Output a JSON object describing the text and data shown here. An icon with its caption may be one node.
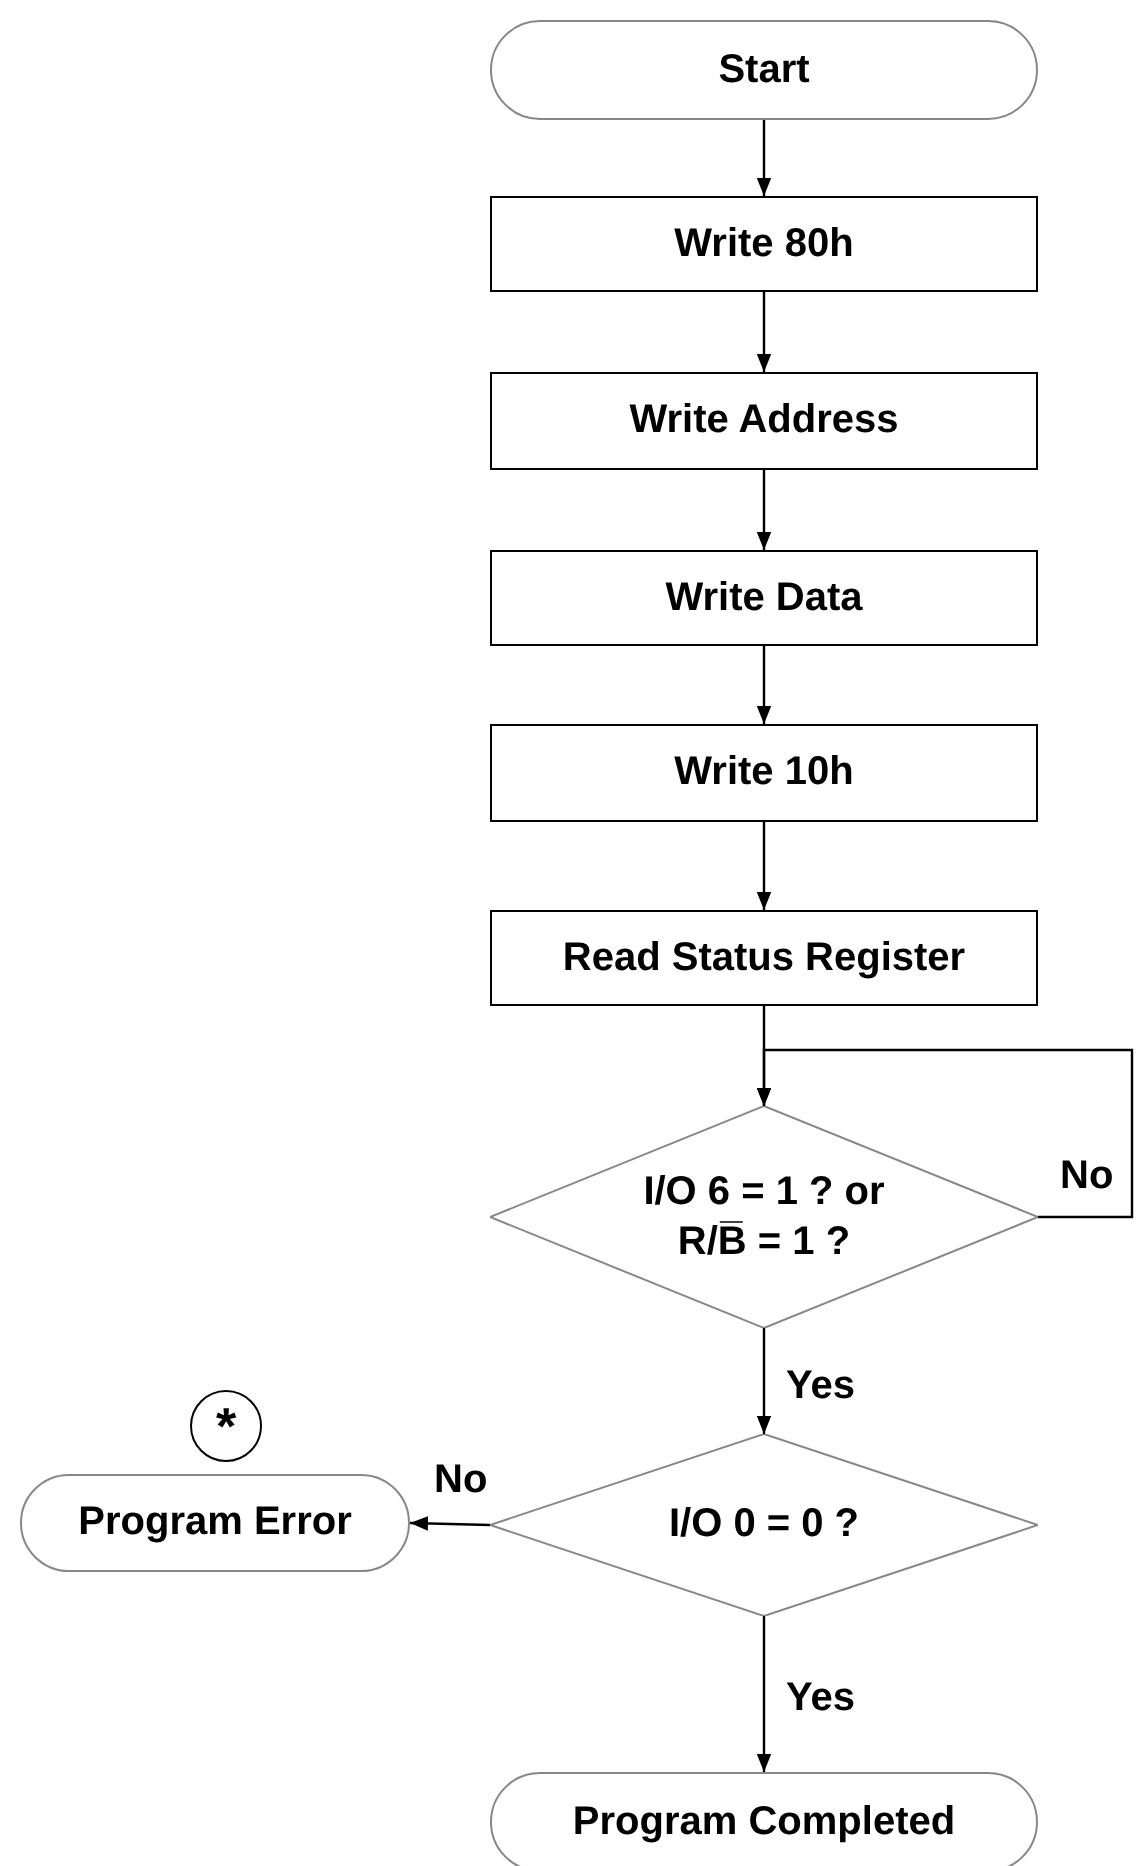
{
  "diagram": {
    "nodes": [
      {
        "text": [
          "Start"
        ]
      },
      {
        "text": [
          "Write 80h"
        ]
      },
      {
        "text": [
          "Write Address"
        ]
      },
      {
        "text": [
          "Write Data"
        ]
      },
      {
        "text": [
          "Write 10h"
        ]
      },
      {
        "text": [
          "Read Status Register"
        ]
      },
      {
        "text": [
          "I/O 6 = 1 ? or R/B̅ = 1 ?"
        ]
      },
      {
        "text": [
          "I/O 0 = 0 ?"
        ]
      },
      {
        "text": [
          "Program Error"
        ]
      },
      {
        "text": [
          "Program Completed"
        ]
      },
      {
        "text": [
          "*"
        ]
      }
    ],
    "edges": [
      {
        "from": 0,
        "to": 1,
        "arrow": "to"
      },
      {
        "from": 1,
        "to": 2,
        "arrow": "to"
      },
      {
        "from": 2,
        "to": 3,
        "arrow": "to"
      },
      {
        "from": 3,
        "to": 4,
        "arrow": "to"
      },
      {
        "from": 4,
        "to": 5,
        "arrow": "to"
      },
      {
        "from": 5,
        "to": 6,
        "arrow": "to"
      },
      {
        "from": 6,
        "to": 6,
        "arrow": "to",
        "label": "No"
      },
      {
        "from": 6,
        "to": 7,
        "arrow": "to",
        "label": "Yes"
      },
      {
        "from": 7,
        "to": 8,
        "arrow": "to",
        "label": "No"
      },
      {
        "from": 7,
        "to": 9,
        "arrow": "to",
        "label": "Yes"
      }
    ]
  }
}
